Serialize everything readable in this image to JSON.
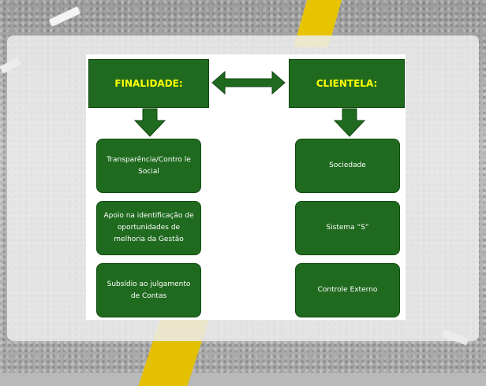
{
  "diagram": {
    "left_header": "FINALIDADE:",
    "right_header": "CLIENTELA:",
    "left_items": [
      "Transparência/Contro le Social",
      "Apoio na identificação de oportunidades de melhoria da Gestão",
      "Subsídio ao julgamento de Contas"
    ],
    "right_items": [
      "Sociedade",
      "Sistema “S”",
      "Controle Externo"
    ]
  },
  "colors": {
    "box_fill": "#1f6a1f",
    "header_text": "#ffff00",
    "box_text": "#ffffff",
    "road_stripe": "#e8c400"
  }
}
